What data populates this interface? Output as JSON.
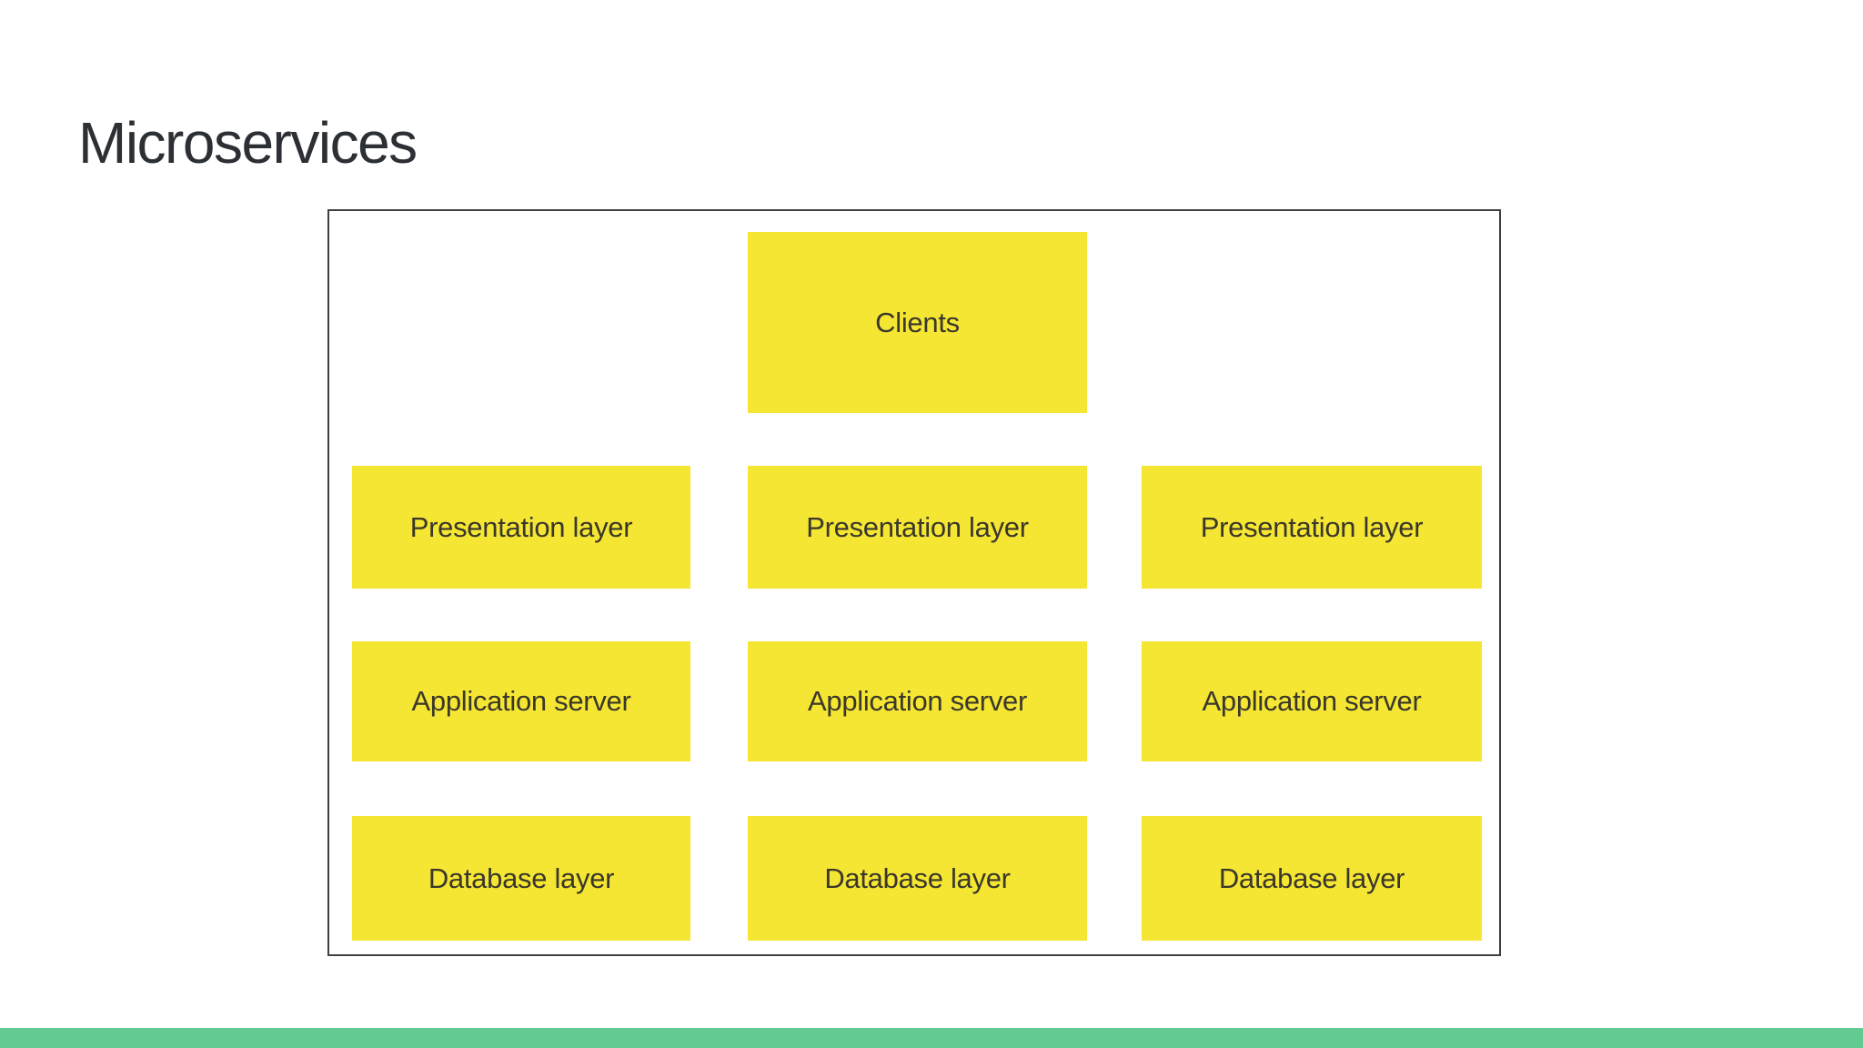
{
  "slide": {
    "title": "Microservices",
    "background_color": "#ffffff",
    "accent_bar_color": "#63cb92"
  },
  "diagram": {
    "top_box": "Clients",
    "rows": [
      [
        "Presentation layer",
        "Presentation layer",
        "Presentation layer"
      ],
      [
        "Application server",
        "Application server",
        "Application server"
      ],
      [
        "Database layer",
        "Database layer",
        "Database layer"
      ]
    ],
    "box_fill_color": "#f5e633",
    "box_text_color": "#3a372b",
    "frame_border_color": "#404040",
    "title_text_color": "#2c3034"
  }
}
